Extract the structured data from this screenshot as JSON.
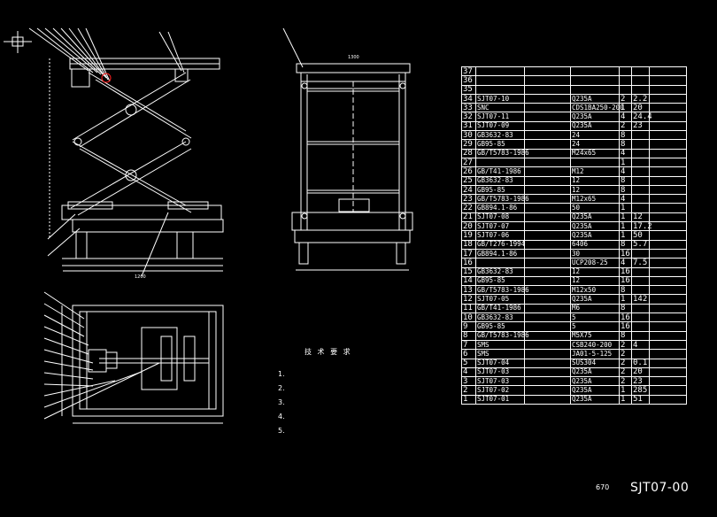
{
  "bom": {
    "rows": [
      {
        "no": "37",
        "code": "",
        "name": "",
        "spec": "",
        "qty": "",
        "wt": "",
        "note": ""
      },
      {
        "no": "36",
        "code": "",
        "name": "",
        "spec": "",
        "qty": "",
        "wt": "",
        "note": ""
      },
      {
        "no": "35",
        "code": "",
        "name": "",
        "spec": "",
        "qty": "",
        "wt": "",
        "note": ""
      },
      {
        "no": "34",
        "code": "SJT07-10",
        "name": "",
        "spec": "Q235A",
        "qty": "2",
        "wt": "2.2",
        "note": ""
      },
      {
        "no": "33",
        "code": "SNC",
        "name": "",
        "spec": "CDS1BA250-200",
        "qty": "1",
        "wt": "20",
        "note": ""
      },
      {
        "no": "32",
        "code": "SJT07-11",
        "name": "",
        "spec": "Q235A",
        "qty": "4",
        "wt": "24.4",
        "note": ""
      },
      {
        "no": "31",
        "code": "SJT07-09",
        "name": "",
        "spec": "Q235A",
        "qty": "2",
        "wt": "23",
        "note": ""
      },
      {
        "no": "30",
        "code": "GB3632-83",
        "name": "",
        "spec": "24",
        "qty": "8",
        "wt": "",
        "note": ""
      },
      {
        "no": "29",
        "code": "GB95-85",
        "name": "",
        "spec": "24",
        "qty": "8",
        "wt": "",
        "note": ""
      },
      {
        "no": "28",
        "code": "GB/T5783-1986",
        "name": "",
        "spec": "M24x65",
        "qty": "4",
        "wt": "",
        "note": ""
      },
      {
        "no": "27",
        "code": "",
        "name": "",
        "spec": "",
        "qty": "1",
        "wt": "",
        "note": ""
      },
      {
        "no": "26",
        "code": "GB/T41-1986",
        "name": "",
        "spec": "M12",
        "qty": "4",
        "wt": "",
        "note": ""
      },
      {
        "no": "25",
        "code": "GB3632-83",
        "name": "",
        "spec": "12",
        "qty": "8",
        "wt": "",
        "note": ""
      },
      {
        "no": "24",
        "code": "GB95-85",
        "name": "",
        "spec": "12",
        "qty": "8",
        "wt": "",
        "note": ""
      },
      {
        "no": "23",
        "code": "GB/T5783-1986",
        "name": "",
        "spec": "M12x65",
        "qty": "4",
        "wt": "",
        "note": ""
      },
      {
        "no": "22",
        "code": "GB894.1-86",
        "name": "",
        "spec": "50",
        "qty": "1",
        "wt": "",
        "note": ""
      },
      {
        "no": "21",
        "code": "SJT07-08",
        "name": "",
        "spec": "Q235A",
        "qty": "1",
        "wt": "12",
        "note": ""
      },
      {
        "no": "20",
        "code": "SJT07-07",
        "name": "",
        "spec": "Q235A",
        "qty": "1",
        "wt": "17.2",
        "note": ""
      },
      {
        "no": "19",
        "code": "SJT07-06",
        "name": "",
        "spec": "Q235A",
        "qty": "1",
        "wt": "50",
        "note": ""
      },
      {
        "no": "18",
        "code": "GB/T276-1994",
        "name": "",
        "spec": "6406",
        "qty": "8",
        "wt": "5.7",
        "note": ""
      },
      {
        "no": "17",
        "code": "GB894.1-86",
        "name": "",
        "spec": "30",
        "qty": "16",
        "wt": "",
        "note": ""
      },
      {
        "no": "16",
        "code": "",
        "name": "",
        "spec": "UCP208-25",
        "qty": "4",
        "wt": "7.5",
        "note": ""
      },
      {
        "no": "15",
        "code": "GB3632-83",
        "name": "",
        "spec": "12",
        "qty": "16",
        "wt": "",
        "note": ""
      },
      {
        "no": "14",
        "code": "GB95-85",
        "name": "",
        "spec": "12",
        "qty": "16",
        "wt": "",
        "note": ""
      },
      {
        "no": "13",
        "code": "GB/T5783-1986",
        "name": "",
        "spec": "M12x50",
        "qty": "8",
        "wt": "",
        "note": ""
      },
      {
        "no": "12",
        "code": "SJT07-05",
        "name": "",
        "spec": "Q235A",
        "qty": "1",
        "wt": "142",
        "note": ""
      },
      {
        "no": "11",
        "code": "GB/T41-1986",
        "name": "",
        "spec": "M6",
        "qty": "8",
        "wt": "",
        "note": ""
      },
      {
        "no": "10",
        "code": "GB3632-83",
        "name": "",
        "spec": "5",
        "qty": "16",
        "wt": "",
        "note": ""
      },
      {
        "no": "9",
        "code": "GB95-85",
        "name": "",
        "spec": "5",
        "qty": "16",
        "wt": "",
        "note": ""
      },
      {
        "no": "8",
        "code": "GB/T5783-1986",
        "name": "",
        "spec": "M5X75",
        "qty": "8",
        "wt": "",
        "note": ""
      },
      {
        "no": "7",
        "code": "SMS",
        "name": "",
        "spec": "CSB240-200",
        "qty": "2",
        "wt": "4",
        "note": ""
      },
      {
        "no": "6",
        "code": "SMS",
        "name": "",
        "spec": "JA01-5-125",
        "qty": "2",
        "wt": "",
        "note": ""
      },
      {
        "no": "5",
        "code": "SJT07-04",
        "name": "",
        "spec": "SUS304",
        "qty": "2",
        "wt": "0.1",
        "note": ""
      },
      {
        "no": "4",
        "code": "SJT07-03",
        "name": "",
        "spec": "Q235A",
        "qty": "2",
        "wt": "20",
        "note": ""
      },
      {
        "no": "3",
        "code": "SJT07-03",
        "name": "",
        "spec": "Q235A",
        "qty": "2",
        "wt": "23",
        "note": ""
      },
      {
        "no": "2",
        "code": "SJT07-02",
        "name": "",
        "spec": "Q235A",
        "qty": "1",
        "wt": "285",
        "note": ""
      },
      {
        "no": "1",
        "code": "SJT07-01",
        "name": "",
        "spec": "Q235A",
        "qty": "1",
        "wt": "51",
        "note": ""
      }
    ]
  },
  "requirements": {
    "lines": [
      "1.",
      "2.",
      "3.",
      "4.",
      "5."
    ]
  },
  "title_block": {
    "scale": "670",
    "drawing_number": "SJT07-00"
  },
  "dimensions": {
    "side_width": "1200",
    "front_width": "1300"
  },
  "colors": {
    "line": "#ffffff",
    "accent": "#ff2020",
    "background": "#000000"
  }
}
